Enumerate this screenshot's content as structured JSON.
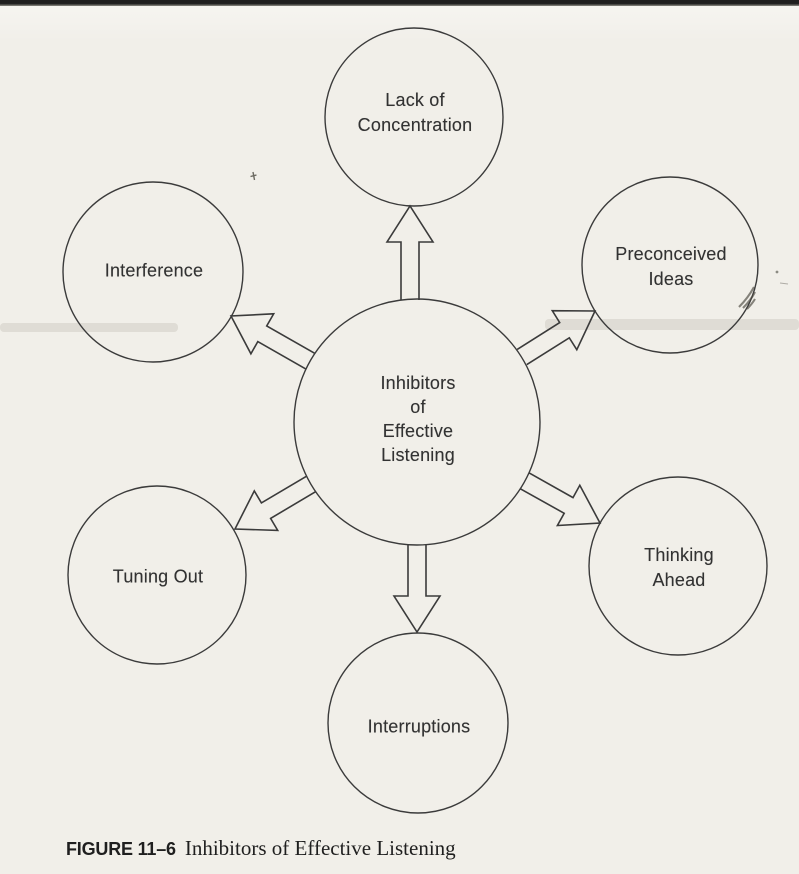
{
  "colors": {
    "paper": "#f1efe9",
    "ink": "#3b3b3b",
    "text": "#323232",
    "caption_ink": "#1f1f1f"
  },
  "diagram": {
    "center_label": "Inhibitors\nof\nEffective\nListening",
    "nodes": [
      {
        "id": "lack-of-concentration",
        "label": "Lack of\nConcentration"
      },
      {
        "id": "preconceived-ideas",
        "label": "Preconceived\nIdeas"
      },
      {
        "id": "thinking-ahead",
        "label": "Thinking\nAhead"
      },
      {
        "id": "interruptions",
        "label": "Interruptions"
      },
      {
        "id": "tuning-out",
        "label": "Tuning Out"
      },
      {
        "id": "interference",
        "label": "Interference"
      }
    ]
  },
  "caption": {
    "figure_label": "FIGURE 11–6",
    "title": "Inhibitors of Effective Listening"
  }
}
